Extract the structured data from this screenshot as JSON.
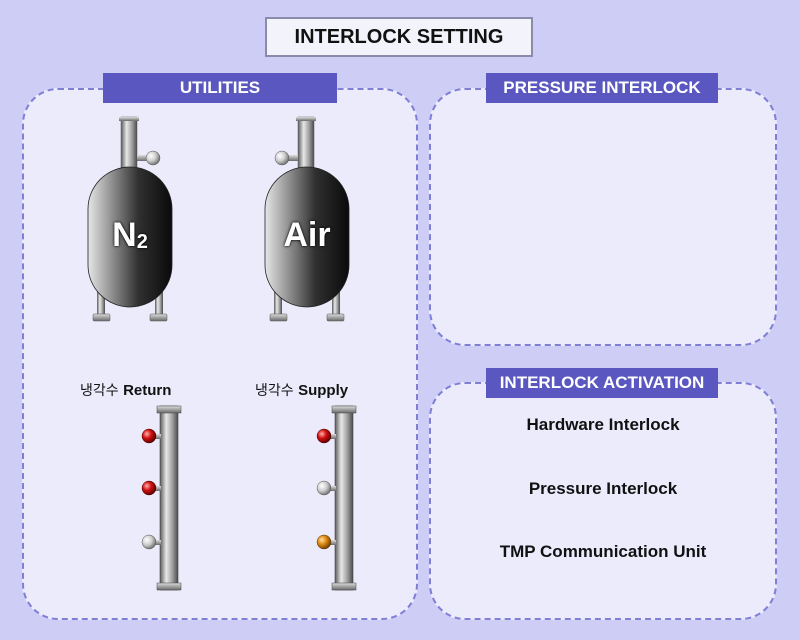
{
  "title": "INTERLOCK SETTING",
  "utilities": {
    "header": "UTILITIES",
    "tanks": [
      {
        "label": "N",
        "subscript": "2"
      },
      {
        "label": "Air",
        "subscript": ""
      }
    ],
    "manifolds": [
      {
        "prefix": "냉각수",
        "name": "Return",
        "indicators": [
          "red",
          "red",
          "gray"
        ]
      },
      {
        "prefix": "냉각수",
        "name": "Supply",
        "indicators": [
          "red",
          "gray",
          "orange"
        ]
      }
    ]
  },
  "pressure_interlock": {
    "header": "PRESSURE INTERLOCK"
  },
  "interlock_activation": {
    "header": "INTERLOCK ACTIVATION",
    "items": [
      "Hardware Interlock",
      "Pressure Interlock",
      "TMP Communication Unit"
    ]
  },
  "colors": {
    "background": "#cdcdf6",
    "header": "#5a58c0",
    "indicator_red": "#d01010",
    "indicator_gray": "#cfcfcf",
    "indicator_orange": "#e08a10"
  }
}
